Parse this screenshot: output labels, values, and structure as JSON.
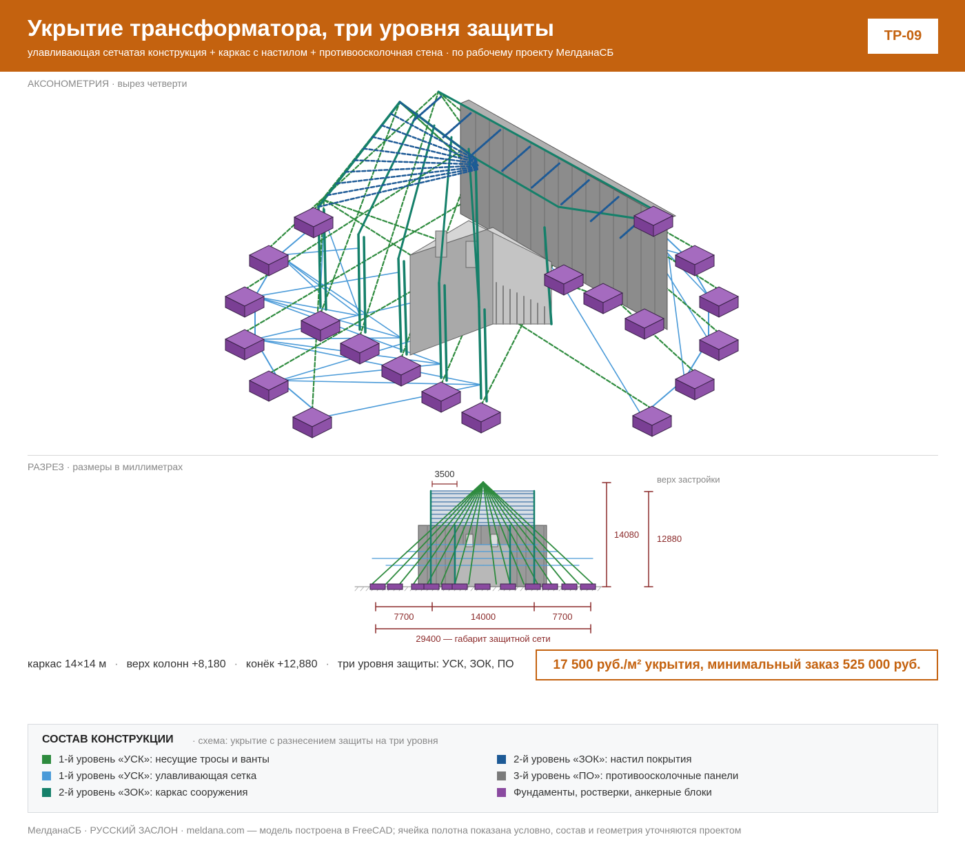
{
  "header": {
    "title": "Укрытие трансформатора, три уровня защиты",
    "subtitle": "улавливающая сетчатая конструкция + каркас с настилом + противоосколочная стена · по рабочему проекту МелданаСБ",
    "code": "ТР-09"
  },
  "axo": {
    "label": "АКСОНОМЕТРИЯ",
    "note": "· вырез четверти"
  },
  "section": {
    "label": "РАЗРЕЗ",
    "note": "· размеры в миллиметрах",
    "dim_top": "3500",
    "dim_height_total": "14080",
    "dim_height_ridge": "12880",
    "top_note": "верх застройки",
    "dim_left": "7700",
    "dim_center": "14000",
    "dim_right": "7700",
    "dim_overall": "29400 — габарит защитной сети"
  },
  "specs": {
    "frame": "каркас 14×14 м",
    "column_top": "верх колонн +8,180",
    "ridge": "конёк +12,880",
    "levels": "три уровня защиты: УСК, ЗОК, ПО",
    "separator": "·"
  },
  "price": "17 500 руб./м² укрытия, минимальный заказ 525 000 руб.",
  "legend": {
    "title": "СОСТАВ КОНСТРУКЦИИ",
    "subtitle": "· схема: укрытие с разнесением защиты на три уровня",
    "items": [
      {
        "label": "1-й уровень «УСК»: несущие тросы и ванты",
        "color": "#2e8b3e"
      },
      {
        "label": "1-й уровень «УСК»: улавливающая сетка",
        "color": "#4a9ad8"
      },
      {
        "label": "2-й уровень «ЗОК»: каркас сооружения",
        "color": "#15806a"
      },
      {
        "label": "2-й уровень «ЗОК»: настил покрытия",
        "color": "#1d5a96"
      },
      {
        "label": "3-й уровень «ПО»: противоосколочные панели",
        "color": "#7a7a7a"
      },
      {
        "label": "Фундаменты, ростверки, анкерные блоки",
        "color": "#8a4aa0"
      }
    ]
  },
  "footer": "МелданаСБ · РУССКИЙ ЗАСЛОН · meldana.com — модель построена в FreeCAD; ячейка полотна показана условно, состав и геометрия уточняются проектом",
  "colors": {
    "brand": "#c4620f",
    "frame": "#15806a",
    "cable": "#2e8b3e",
    "net": "#4a9ad8",
    "deck": "#1d5a96",
    "panel": "#7a7a7a",
    "foundation": "#8a4aa0",
    "dimension": "#8b2a2a"
  }
}
